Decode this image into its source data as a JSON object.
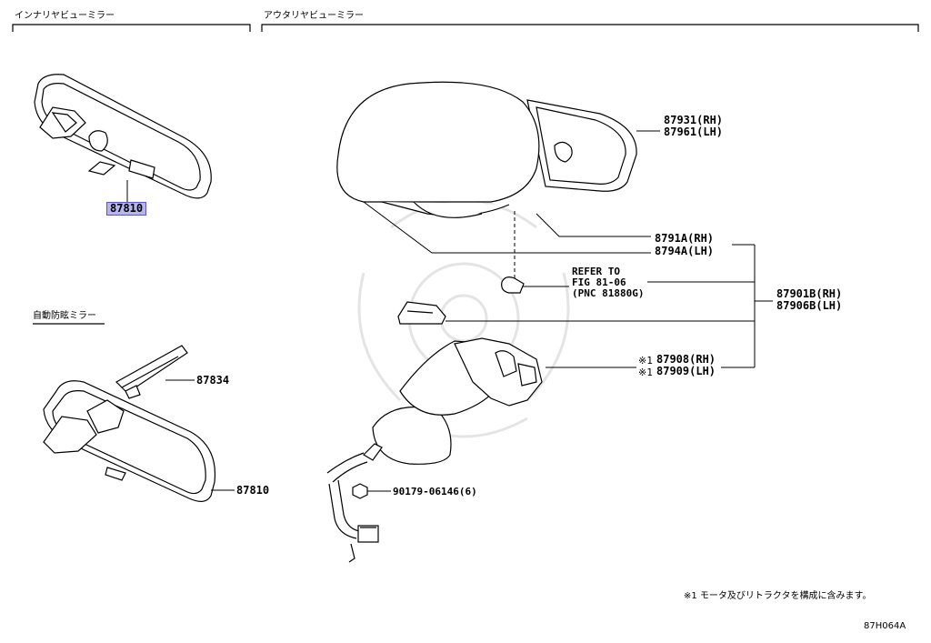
{
  "sections": {
    "interior_title": "インナリヤビューミラー",
    "outer_title": "アウタリヤビューミラー",
    "ec_title": "自動防眩ミラー"
  },
  "callouts": {
    "interior_mirror": "87810",
    "ec_bracket": "87834",
    "ec_mirror": "87810",
    "cover_rh": "87931(RH)",
    "cover_lh": "87961(LH)",
    "glass_rh": "8791A(RH)",
    "glass_lh": "8794A(LH)",
    "refer_1": "REFER TO",
    "refer_2": "FIG 81-06",
    "refer_3": "(PNC 81880G)",
    "assy_rh": "87901B(RH)",
    "assy_lh": "87906B(LH)",
    "retractor_rh": "87908(RH)",
    "retractor_lh": "87909(LH)",
    "mark_1": "※1",
    "mark_2": "※1",
    "nut": "90179-06146(6)"
  },
  "footer": {
    "note": "※1 モータ及びリトラクタを構成に含みます。",
    "code": "87H064A"
  },
  "colors": {
    "highlight": "#b7b5ee",
    "highlight_border": "#5a55c8",
    "line": "#000000",
    "watermark": "#e3e3e3"
  }
}
